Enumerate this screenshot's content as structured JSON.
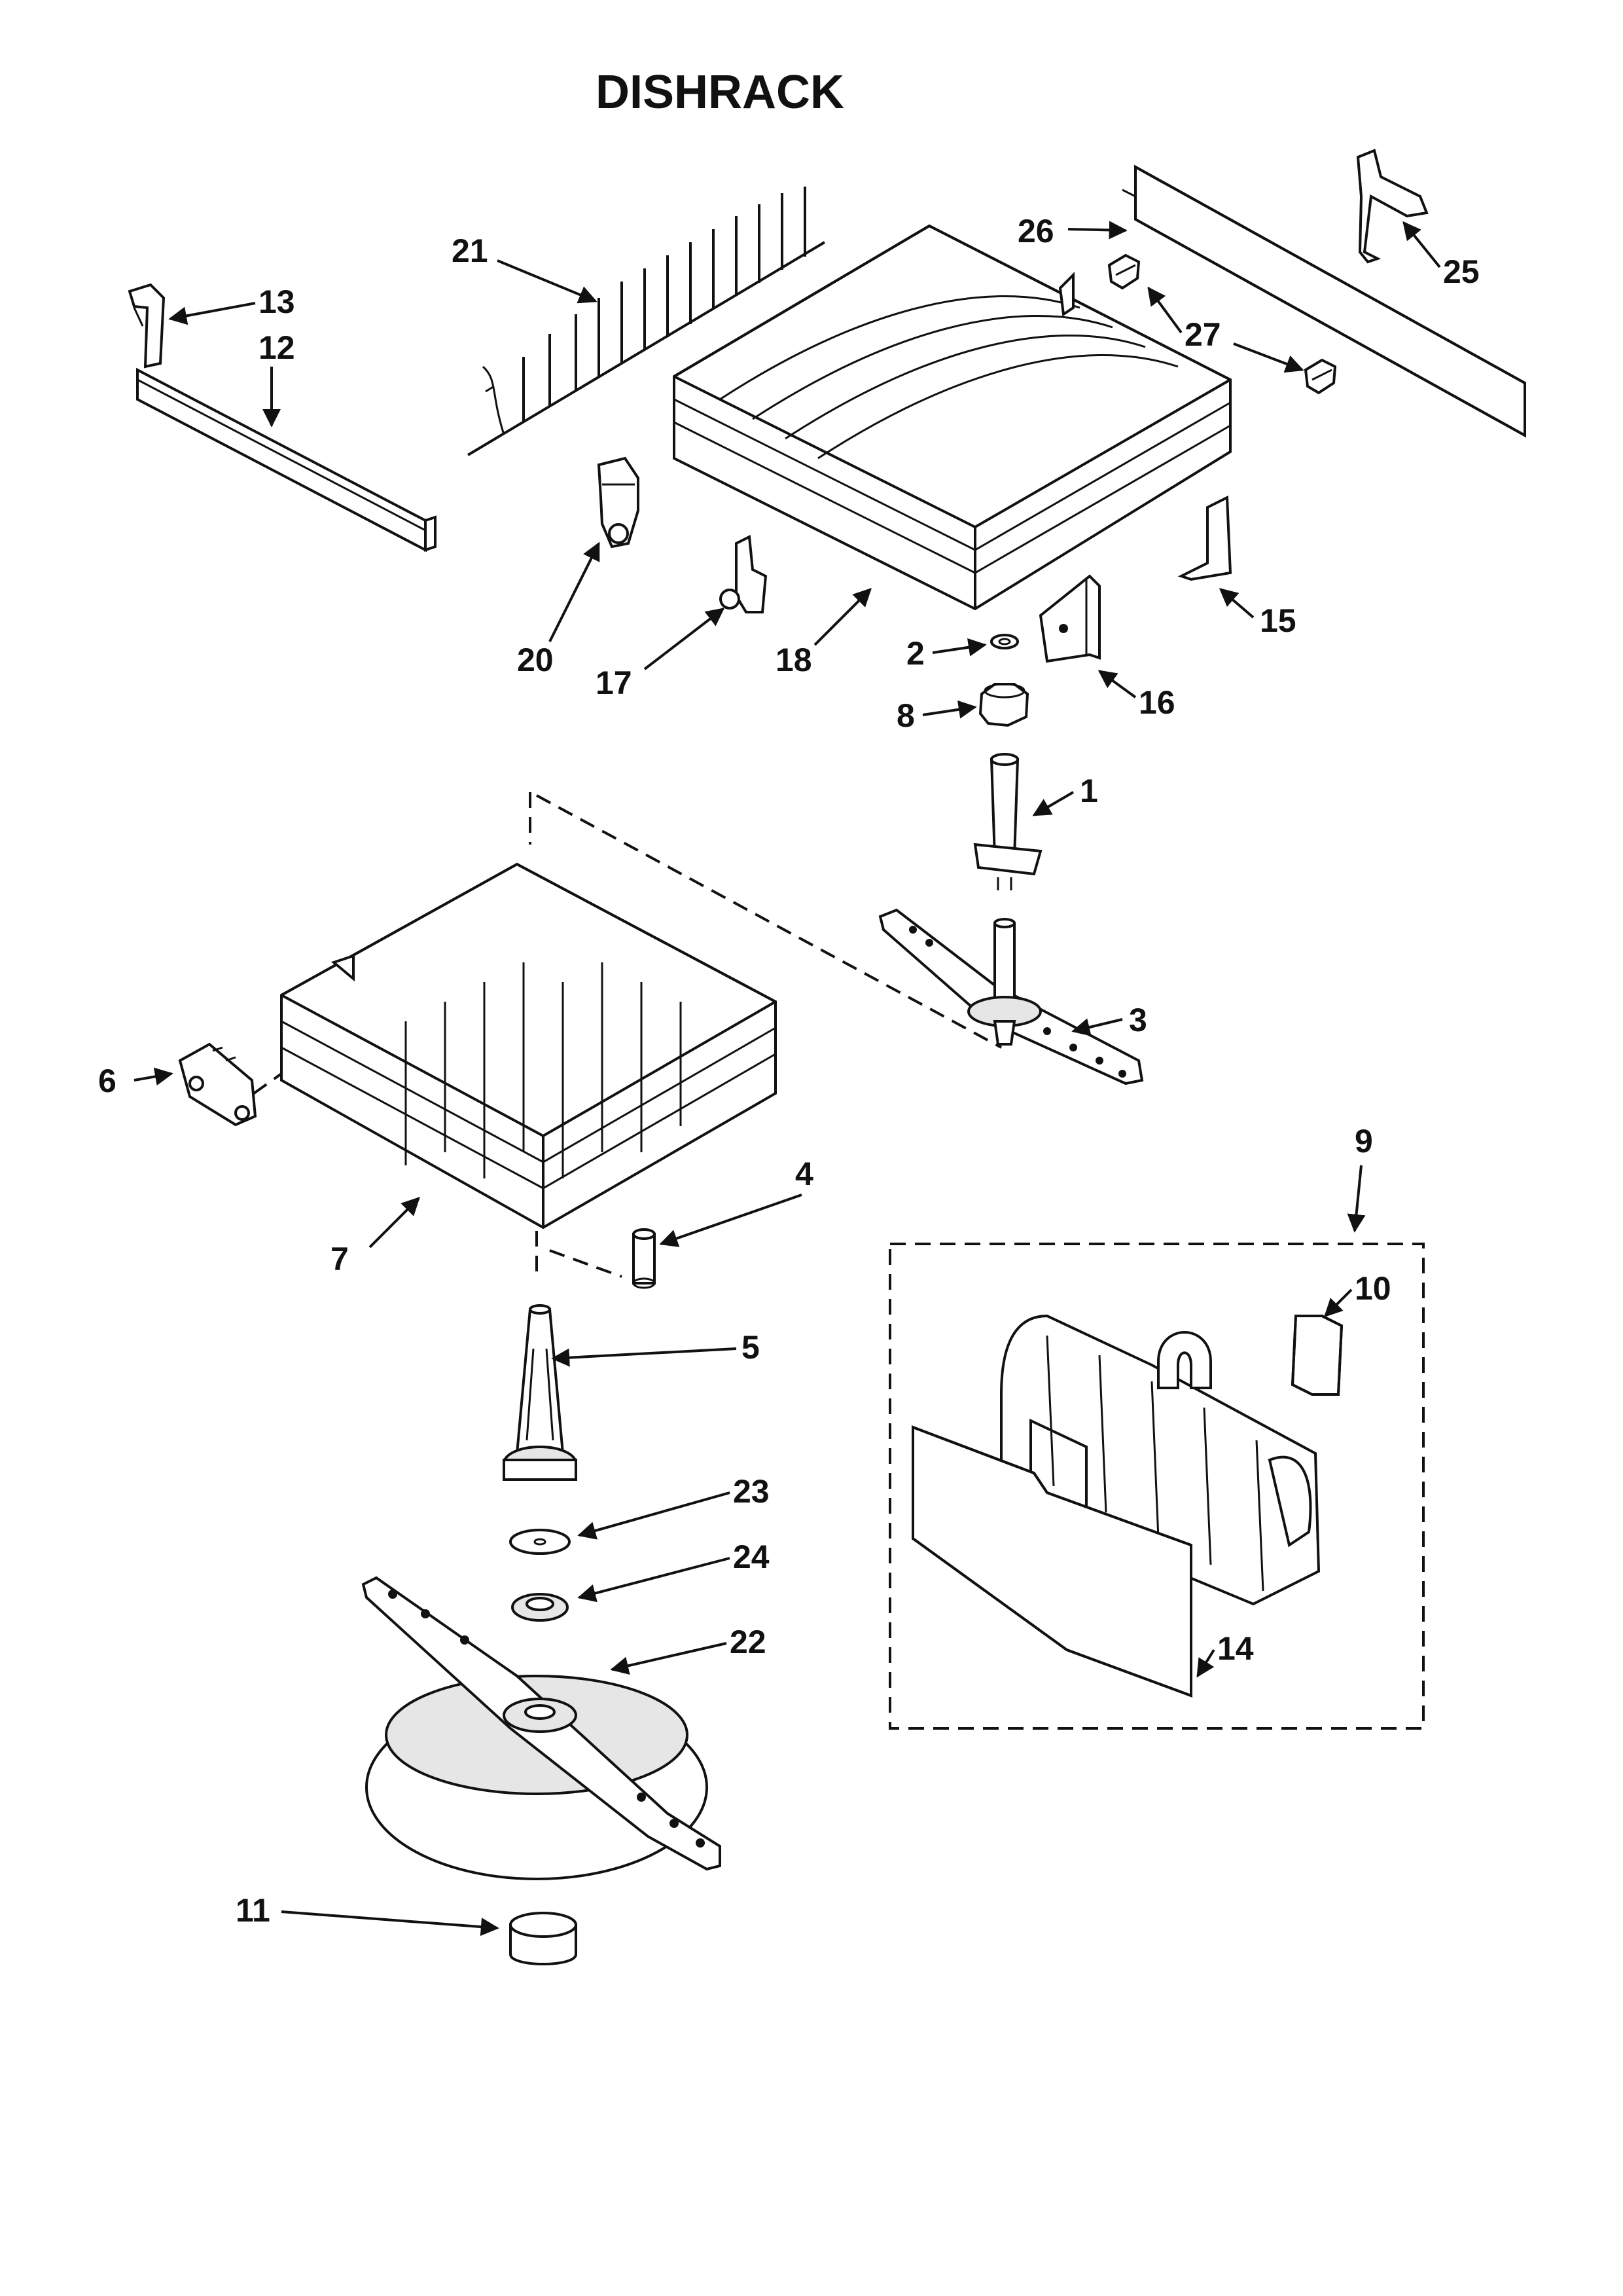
{
  "title": "DISHRACK",
  "callouts": {
    "c1": "1",
    "c2": "2",
    "c3": "3",
    "c4": "4",
    "c5": "5",
    "c6": "6",
    "c7": "7",
    "c8": "8",
    "c9": "9",
    "c10": "10",
    "c11": "11",
    "c12": "12",
    "c13": "13",
    "c14": "14",
    "c15": "15",
    "c16": "16",
    "c17": "17",
    "c18": "18",
    "c20": "20",
    "c21": "21",
    "c22": "22",
    "c23": "23",
    "c24": "24",
    "c25": "25",
    "c26": "26",
    "c27a": "27"
  }
}
